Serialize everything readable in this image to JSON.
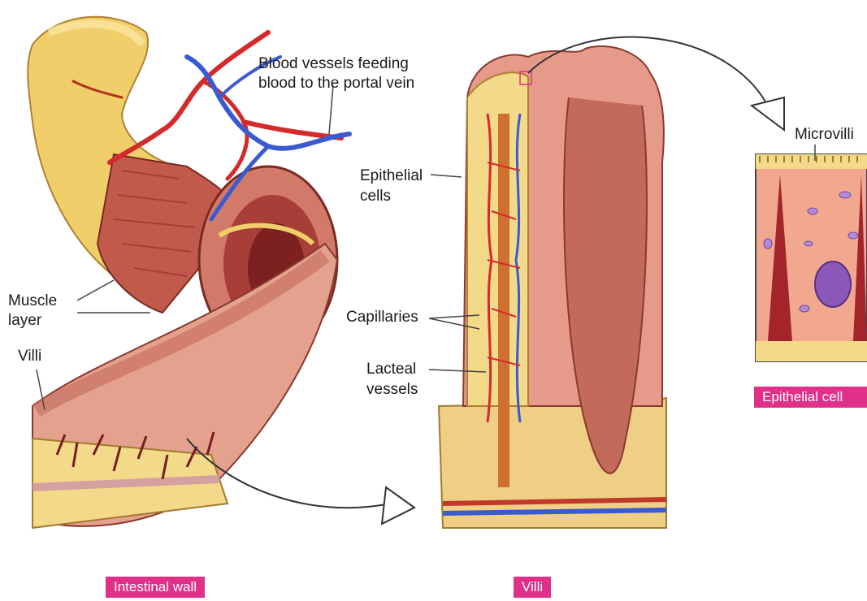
{
  "labels": {
    "blood_vessels_line1": "Blood vessels feeding",
    "blood_vessels_line2": "blood to the portal vein",
    "epithelial_line1": "Epithelial",
    "epithelial_line2": "cells",
    "muscle_line1": "Muscle",
    "muscle_line2": "layer",
    "villi": "Villi",
    "capillaries": "Capillaries",
    "lacteal_line1": "Lacteal",
    "lacteal_line2": "vessels",
    "microvilli": "Microvilli"
  },
  "captions": {
    "intestinal_wall": "Intestinal wall",
    "villi": "Villi",
    "epithelial_cell": "Epithelial cell"
  },
  "colors": {
    "caption_bg": "#e0308a",
    "tissue_pink": "#e8a090",
    "tissue_yellow": "#f3d98a",
    "muscle_red": "#b84a40",
    "artery_red": "#d42a2a",
    "vein_blue": "#3a5bd0"
  }
}
